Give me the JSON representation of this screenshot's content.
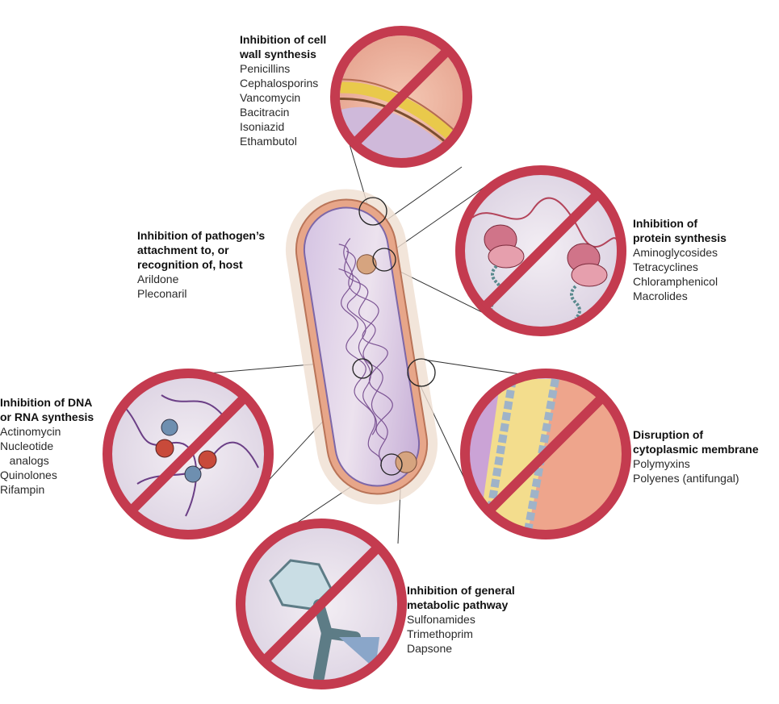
{
  "groups": {
    "cell_wall": {
      "heading": "Inhibition of cell\nwall synthesis",
      "drugs": [
        "Penicillins",
        "Cephalosporins",
        "Vancomycin",
        "Bacitracin",
        "Isoniazid",
        "Ethambutol"
      ]
    },
    "attachment": {
      "heading": "Inhibition of pathogen’s\nattachment to, or\nrecognition of, host",
      "drugs": [
        "Arildone",
        "Pleconaril"
      ]
    },
    "protein": {
      "heading": "Inhibition of\nprotein synthesis",
      "drugs": [
        "Aminoglycosides",
        "Tetracyclines",
        "Chloramphenicol",
        "Macrolides"
      ]
    },
    "dna_rna": {
      "heading": "Inhibition of DNA\nor RNA synthesis",
      "drugs": [
        "Actinomycin",
        "Nucleotide",
        "   analogs",
        "Quinolones",
        "Rifampin"
      ]
    },
    "membrane": {
      "heading": "Disruption of\ncytoplasmic membrane",
      "drugs": [
        "Polymyxins",
        "Polyenes (antifungal)"
      ]
    },
    "metabolic": {
      "heading": "Inhibition of general\nmetabolic pathway",
      "drugs": [
        "Sulfonamides",
        "Trimethoprim",
        "Dapsone"
      ]
    }
  },
  "colors": {
    "prohibition_ring": "#c43b4f",
    "cell_outer": "#e7a689",
    "cell_inner": "#c9b3d6",
    "dna": "#6b3f86"
  }
}
